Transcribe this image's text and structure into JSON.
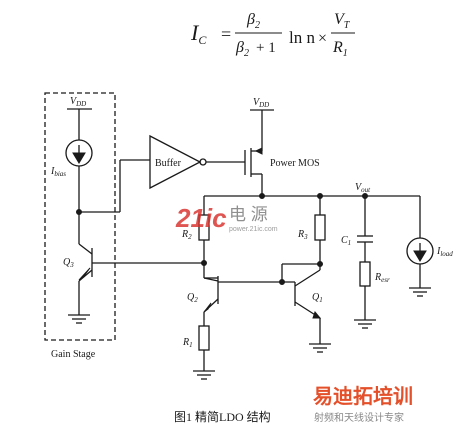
{
  "formula": {
    "lhs": "I",
    "lhs_sub": "C",
    "eq": "=",
    "num": "β",
    "num_sub": "2",
    "den_a": "β",
    "den_a_sub": "2",
    "den_b": "+ 1",
    "ln": "ln n",
    "times": "×",
    "vt": "V",
    "vt_sub": "T",
    "r1": "R",
    "r1_sub": "1"
  },
  "labels": {
    "vdd_left": "V",
    "vdd_left_sub": "DD",
    "vdd_top": "V",
    "vdd_top_sub": "DD",
    "ibias": "I",
    "ibias_sub": "bias",
    "buffer": "Buffer",
    "power_mos": "Power MOS",
    "vout": "V",
    "vout_sub": "out",
    "q3": "Q",
    "q3_sub": "3",
    "q2": "Q",
    "q2_sub": "2",
    "q1": "Q",
    "q1_sub": "1",
    "r1": "R",
    "r1_sub": "1",
    "r2": "R",
    "r2_sub": "2",
    "r3": "R",
    "r3_sub": "3",
    "c1": "C",
    "c1_sub": "1",
    "resr": "R",
    "resr_sub": "esr",
    "iload": "I",
    "iload_sub": "load",
    "gain_stage": "Gain Stage",
    "caption": "图1    精简LDO 结构"
  },
  "watermark": {
    "logo_main": "21ic",
    "logo_cn": "电 源",
    "logo_url": "power.21ic.com",
    "corner_top": "易迪拓培训",
    "corner_bottom": "射频和天线设计专家"
  },
  "colors": {
    "ink": "#1a1a1a",
    "logo_red": "#d9302b",
    "watermark_red": "#e4502a",
    "watermark_gray": "#888888"
  }
}
